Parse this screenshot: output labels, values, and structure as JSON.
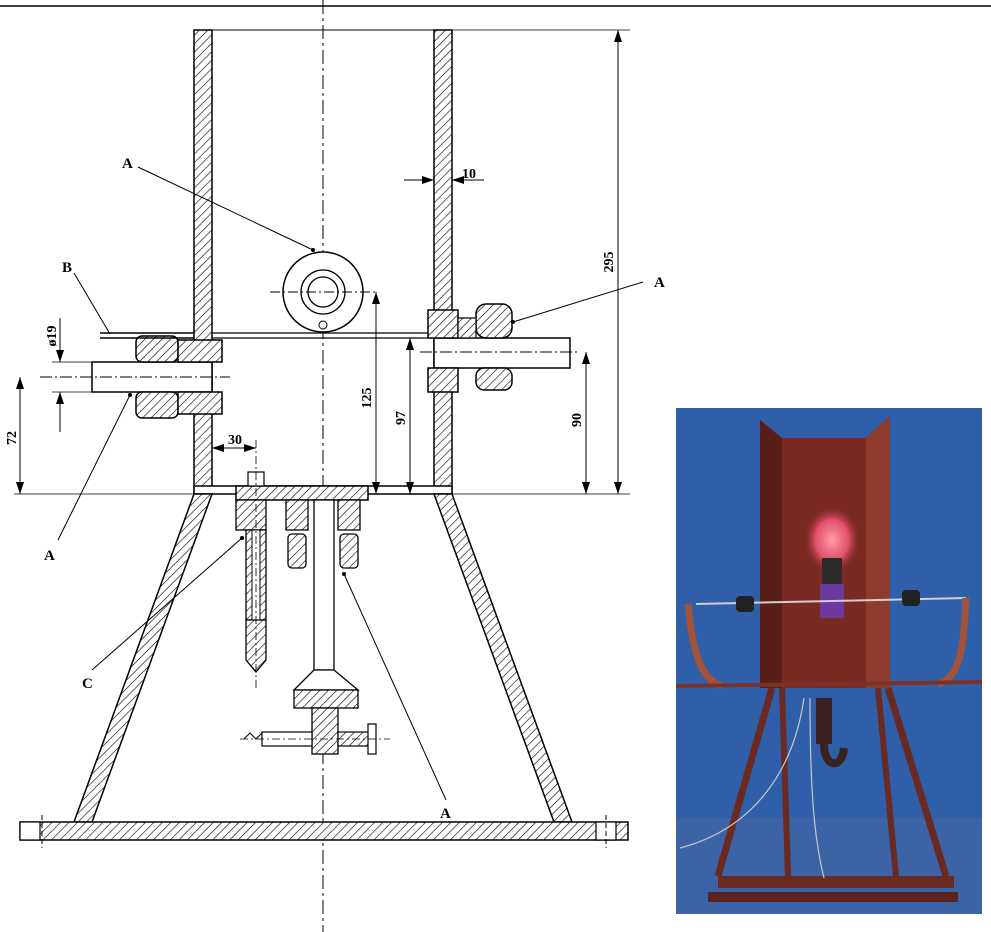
{
  "callouts": {
    "a1": "A",
    "a2": "A",
    "a3": "A",
    "a4": "A",
    "b": "B",
    "c": "C"
  },
  "dimensions": {
    "wall_thickness": "10",
    "total_height": "295",
    "inlet_height_left": "125",
    "inlet_height_center": "97",
    "inlet_height_right": "90",
    "left_pipe_height": "72",
    "pipe_diameter": "ø19",
    "burner_offset": "30"
  },
  "colors": {
    "line": "#000000",
    "photo_background": "#2e5fa8",
    "photo_floor": "#3c63a6",
    "frame": "#7a2a20",
    "flame": "#e85a78"
  }
}
